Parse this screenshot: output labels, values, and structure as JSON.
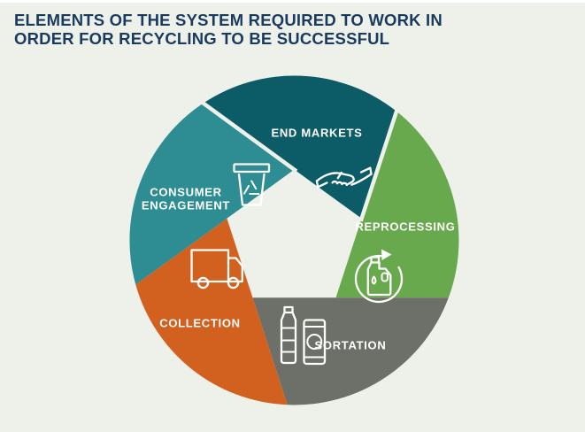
{
  "page": {
    "background_color": "#edf1ea",
    "top_edge_color": "#ffffff"
  },
  "title": {
    "line1": "ELEMENTS OF THE SYSTEM REQUIRED TO WORK IN",
    "line2": "ORDER FOR RECYCLING TO BE SUCCESSFUL",
    "color": "#1a3a5e"
  },
  "diagram": {
    "type": "pinwheel-cycle",
    "center_shape": "pentagon",
    "label_color": "#ffffff",
    "segments": [
      {
        "label": "END MARKETS",
        "color": "#0c5c68",
        "icon": "handshake-icon"
      },
      {
        "label": "REPROCESSING",
        "color": "#68a94d",
        "icon": "detergent-bottle-recycle-icon"
      },
      {
        "label": "SORTATION",
        "color": "#6d7068",
        "icon": "bottle-and-can-icon"
      },
      {
        "label": "COLLECTION",
        "color": "#d2601e",
        "icon": "truck-icon"
      },
      {
        "label": "CONSUMER ENGAGEMENT",
        "line1": "CONSUMER",
        "line2": "ENGAGEMENT",
        "color": "#2e8c93",
        "icon": "recycling-bin-icon"
      }
    ]
  }
}
